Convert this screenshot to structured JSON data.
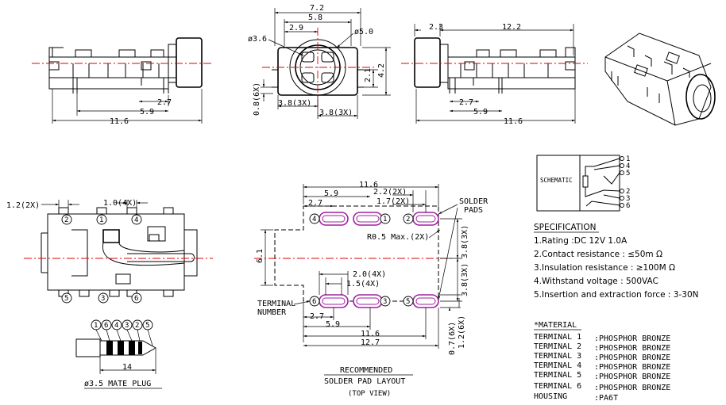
{
  "colors": {
    "line": "#000000",
    "centerline": "#dd0000",
    "pad": "#a020a0"
  },
  "front_view": {
    "d_7_2": "7.2",
    "d_5_8": "5.8",
    "d_2_9": "2.9",
    "d_phi_3_6": "ø3.6",
    "d_phi_5_0": "ø5.0",
    "d_2_1": "2.1",
    "d_4_2": "4.2",
    "d_0_8": "0.8(6X)",
    "d_3_8a": "3.8(3X)",
    "d_3_8b": "3.8(3X)"
  },
  "left_view": {
    "d_2_7": "2.7",
    "d_5_9": "5.9",
    "d_11_6": "11.6"
  },
  "right_view": {
    "d_2_3": "2.3",
    "d_12_2": "12.2",
    "d_2_7": "2.7",
    "d_5_9": "5.9",
    "d_11_6": "11.6"
  },
  "top_view": {
    "d_1_2": "1.2(2X)",
    "d_1_0": "1.0(4X)",
    "pins_top": [
      "2",
      "1",
      "4"
    ],
    "pins_bottom": [
      "5",
      "3",
      "6"
    ]
  },
  "plug": {
    "pins": [
      "1",
      "6",
      "4",
      "3",
      "2",
      "5"
    ],
    "d_14": "14",
    "caption": "ø3.5 MATE PLUG"
  },
  "pad_layout": {
    "d_11_6_top": "11.6",
    "d_5_9_top": "5.9",
    "d_2_7_top": "2.7",
    "d_2_2": "2.2(2X)",
    "d_1_7": "1.7(2X)",
    "solder_pads": "SOLDER\nPADS",
    "r05": "R0.5 Max.(2X)",
    "d_3_8a": "3.8(3X)",
    "d_3_8b": "3.8(3X)",
    "d_6_1": "6.1",
    "d_2_0": "2.0(4X)",
    "d_1_5": "1.5(4X)",
    "terminal_number": "TERMINAL\nNUMBER",
    "d_2_7_bot": "2.7",
    "d_5_9_bot": "5.9",
    "d_11_6_bot": "11.6",
    "d_12_7": "12.7",
    "d_0_7": "0.7(6X)",
    "d_1_2": "1.2(6X)",
    "pads_top": [
      "4",
      "1",
      "2"
    ],
    "pads_bottom": [
      "6",
      "3",
      "5"
    ],
    "caption1": "RECOMMENDED",
    "caption2": "SOLDER PAD LAYOUT",
    "caption3": "(TOP VIEW)"
  },
  "schematic": {
    "label": "SCHEMATIC",
    "pins": [
      "1",
      "4",
      "5",
      "2",
      "3",
      "6"
    ]
  },
  "specification": {
    "title": "SPECIFICATION",
    "items": [
      "1.Rating  :DC 12V 1.0A",
      "2.Contact resistance : ≤50m Ω",
      "3.Insulation resistance : ≥100M Ω",
      "4.Withstand voltage : 500VAC",
      "5.Insertion and extraction force : 3-30N"
    ]
  },
  "material": {
    "title": "*MATERIAL",
    "rows": [
      {
        "name": "TERMINAL 1",
        "value": ":PHOSPHOR BRONZE"
      },
      {
        "name": "TERMINAL 2",
        "value": ":PHOSPHOR BRONZE"
      },
      {
        "name": "TERMINAL 3",
        "value": ":PHOSPHOR BRONZE"
      },
      {
        "name": "TERMINAL 4",
        "value": ":PHOSPHOR BRONZE"
      },
      {
        "name": "TERMINAL 5",
        "value": ":PHOSPHOR BRONZE"
      },
      {
        "name": "TERMINAL 6",
        "value": ":PHOSPHOR BRONZE"
      },
      {
        "name": "HOUSING",
        "value": ":PA6T"
      }
    ]
  }
}
